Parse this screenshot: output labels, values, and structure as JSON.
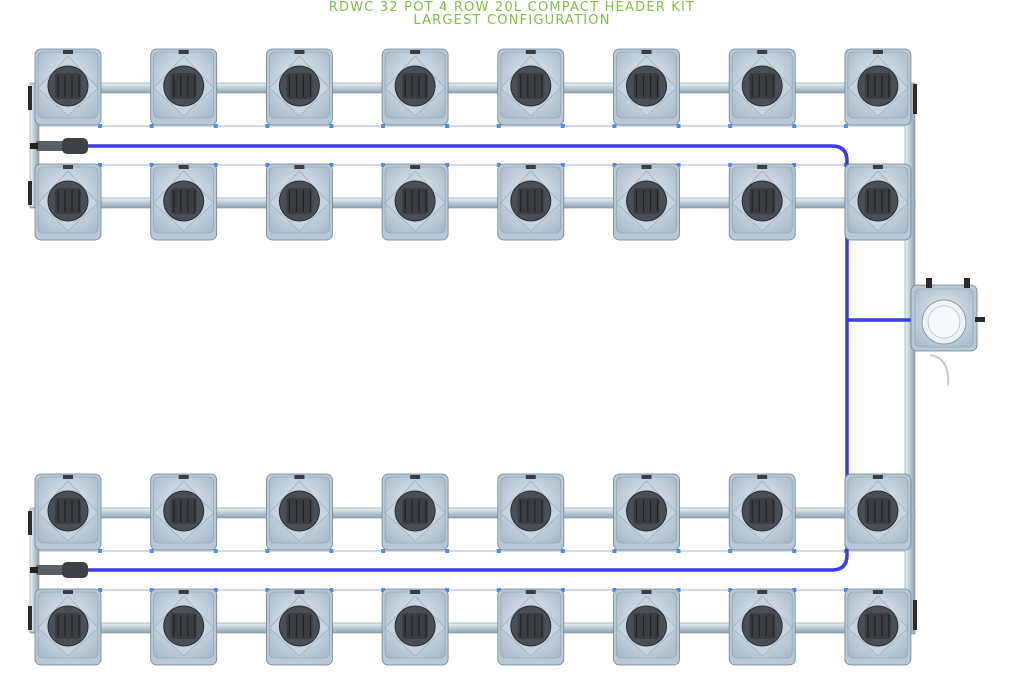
{
  "title": {
    "line1": "RDWC 32 POT 4 ROW 20L COMPACT HEADER KIT",
    "line2": "LARGEST CONFIGURATION"
  },
  "layout_summary": {
    "rows": 4,
    "pots_per_row": 8,
    "total_pots": 32
  },
  "colors": {
    "title": "#7dc242",
    "feed_line": "#3b3be6",
    "pot_body": "#b8c8d6",
    "pot_lid": "#d7e2ec",
    "net_pot": "#3a3d42",
    "pipe": "#c9d7df",
    "connector_dot": "#4a8fe0"
  },
  "icons": {
    "pot": "pot-icon",
    "header_tank": "header-tank-icon",
    "pump_fitting": "pump-fitting-icon"
  }
}
